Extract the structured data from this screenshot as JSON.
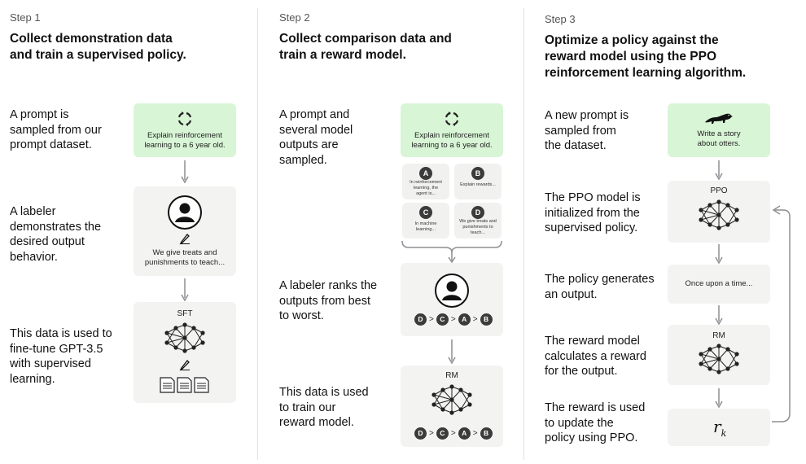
{
  "step1": {
    "label": "Step 1",
    "title_line1": "Collect demonstration data",
    "title_line2": "and train a supervised policy.",
    "desc1": [
      "A prompt is",
      "sampled from our",
      "prompt dataset."
    ],
    "desc2": [
      "A labeler",
      "demonstrates the",
      "desired output",
      "behavior."
    ],
    "desc3": [
      "This data is used to",
      "fine-tune GPT-3.5",
      "with supervised",
      "learning."
    ],
    "prompt_text": [
      "Explain reinforcement",
      "learning to a 6 year old."
    ],
    "demo_text": [
      "We give treats and",
      "punishments to teach..."
    ],
    "model_label": "SFT"
  },
  "step2": {
    "label": "Step 2",
    "title_line1": "Collect comparison data and",
    "title_line2": "train a reward model.",
    "desc1": [
      "A prompt and",
      "several model",
      "outputs are",
      "sampled."
    ],
    "desc2": [
      "A labeler ranks the",
      "outputs from best",
      "to worst."
    ],
    "desc3": [
      "This data is used",
      "to train our",
      "reward model."
    ],
    "prompt_text": [
      "Explain reinforcement",
      "learning to a 6 year old."
    ],
    "outputs": [
      {
        "letter": "A",
        "text": [
          "In reinforcement",
          "learning, the",
          "agent is..."
        ]
      },
      {
        "letter": "B",
        "text": [
          "Explain rewards..."
        ]
      },
      {
        "letter": "C",
        "text": [
          "In machine",
          "learning..."
        ]
      },
      {
        "letter": "D",
        "text": [
          "We give treats and",
          "punishments to",
          "teach..."
        ]
      }
    ],
    "ranking": [
      "D",
      "C",
      "A",
      "B"
    ],
    "ranking_sep": ">",
    "model_label": "RM"
  },
  "step3": {
    "label": "Step 3",
    "title_line1": "Optimize a policy against the",
    "title_line2": "reward model using the PPO",
    "title_line3": "reinforcement learning algorithm.",
    "desc1": [
      "A new prompt is",
      "sampled from",
      "the dataset."
    ],
    "desc2": [
      "The PPO model is",
      "initialized from the",
      "supervised policy."
    ],
    "desc3": [
      "The policy generates",
      "an output."
    ],
    "desc4": [
      "The reward model",
      "calculates a reward",
      "for the output."
    ],
    "desc5": [
      "The reward is used",
      "to update the",
      "policy using PPO."
    ],
    "prompt_text": [
      "Write a story",
      "about otters."
    ],
    "ppo_label": "PPO",
    "output_text": "Once upon a time...",
    "rm_label": "RM",
    "reward_symbol": "r",
    "reward_subscript": "k"
  },
  "colors": {
    "prompt_bg": "#d8f5d6",
    "box_bg": "#f3f3f2",
    "node": "#222222",
    "arrow": "#8e8e93"
  }
}
